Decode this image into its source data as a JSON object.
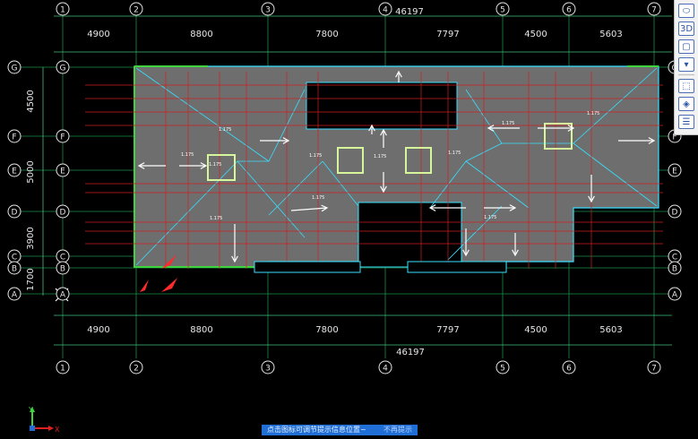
{
  "colors": {
    "background": "#000000",
    "axis_line": "#1a8f4a",
    "bubble": "#e6e6e6",
    "dimension": "#3fc07a",
    "slab_fill": "#6e6e6e",
    "wall_cyan": "#38e0ff",
    "beam_red": "#d21e1e",
    "arrow": "#ffffff",
    "tip_bar": "#1f6fd6"
  },
  "column_axes": [
    "1",
    "2",
    "3",
    "4",
    "5",
    "6",
    "7"
  ],
  "row_axes": [
    "G",
    "F",
    "E",
    "D",
    "C",
    "B",
    "A"
  ],
  "top_dims": [
    "4900",
    "8800",
    "7800",
    "7797",
    "4500",
    "5603"
  ],
  "bottom_dims": [
    "4900",
    "8800",
    "7800",
    "7797",
    "4500",
    "5603"
  ],
  "total_width": "46197",
  "left_dims": [
    "4500",
    "5000",
    "3900",
    "1700"
  ],
  "slab_labels": [
    "1.175",
    "1.175",
    "1.175",
    "1.175",
    "1.175",
    "1.175",
    "1.175",
    "1.175",
    "1.175",
    "1.175",
    "1.175"
  ],
  "toolbar": {
    "items": [
      {
        "name": "orbit-icon",
        "glyph": "⬭"
      },
      {
        "name": "view-3d-icon",
        "glyph": "3D"
      },
      {
        "name": "cube-icon",
        "glyph": "▢"
      },
      {
        "name": "box-dropdown-icon",
        "glyph": "▾"
      },
      {
        "name": "select-box-icon",
        "glyph": "⬚"
      },
      {
        "name": "layer-icon",
        "glyph": "◈"
      },
      {
        "name": "properties-icon",
        "glyph": "☰"
      }
    ]
  },
  "tip": {
    "message": "点击图标可调节提示信息位置~",
    "dismiss": "不再提示"
  },
  "axis_indicator": {
    "x": "X",
    "y": "Y"
  }
}
